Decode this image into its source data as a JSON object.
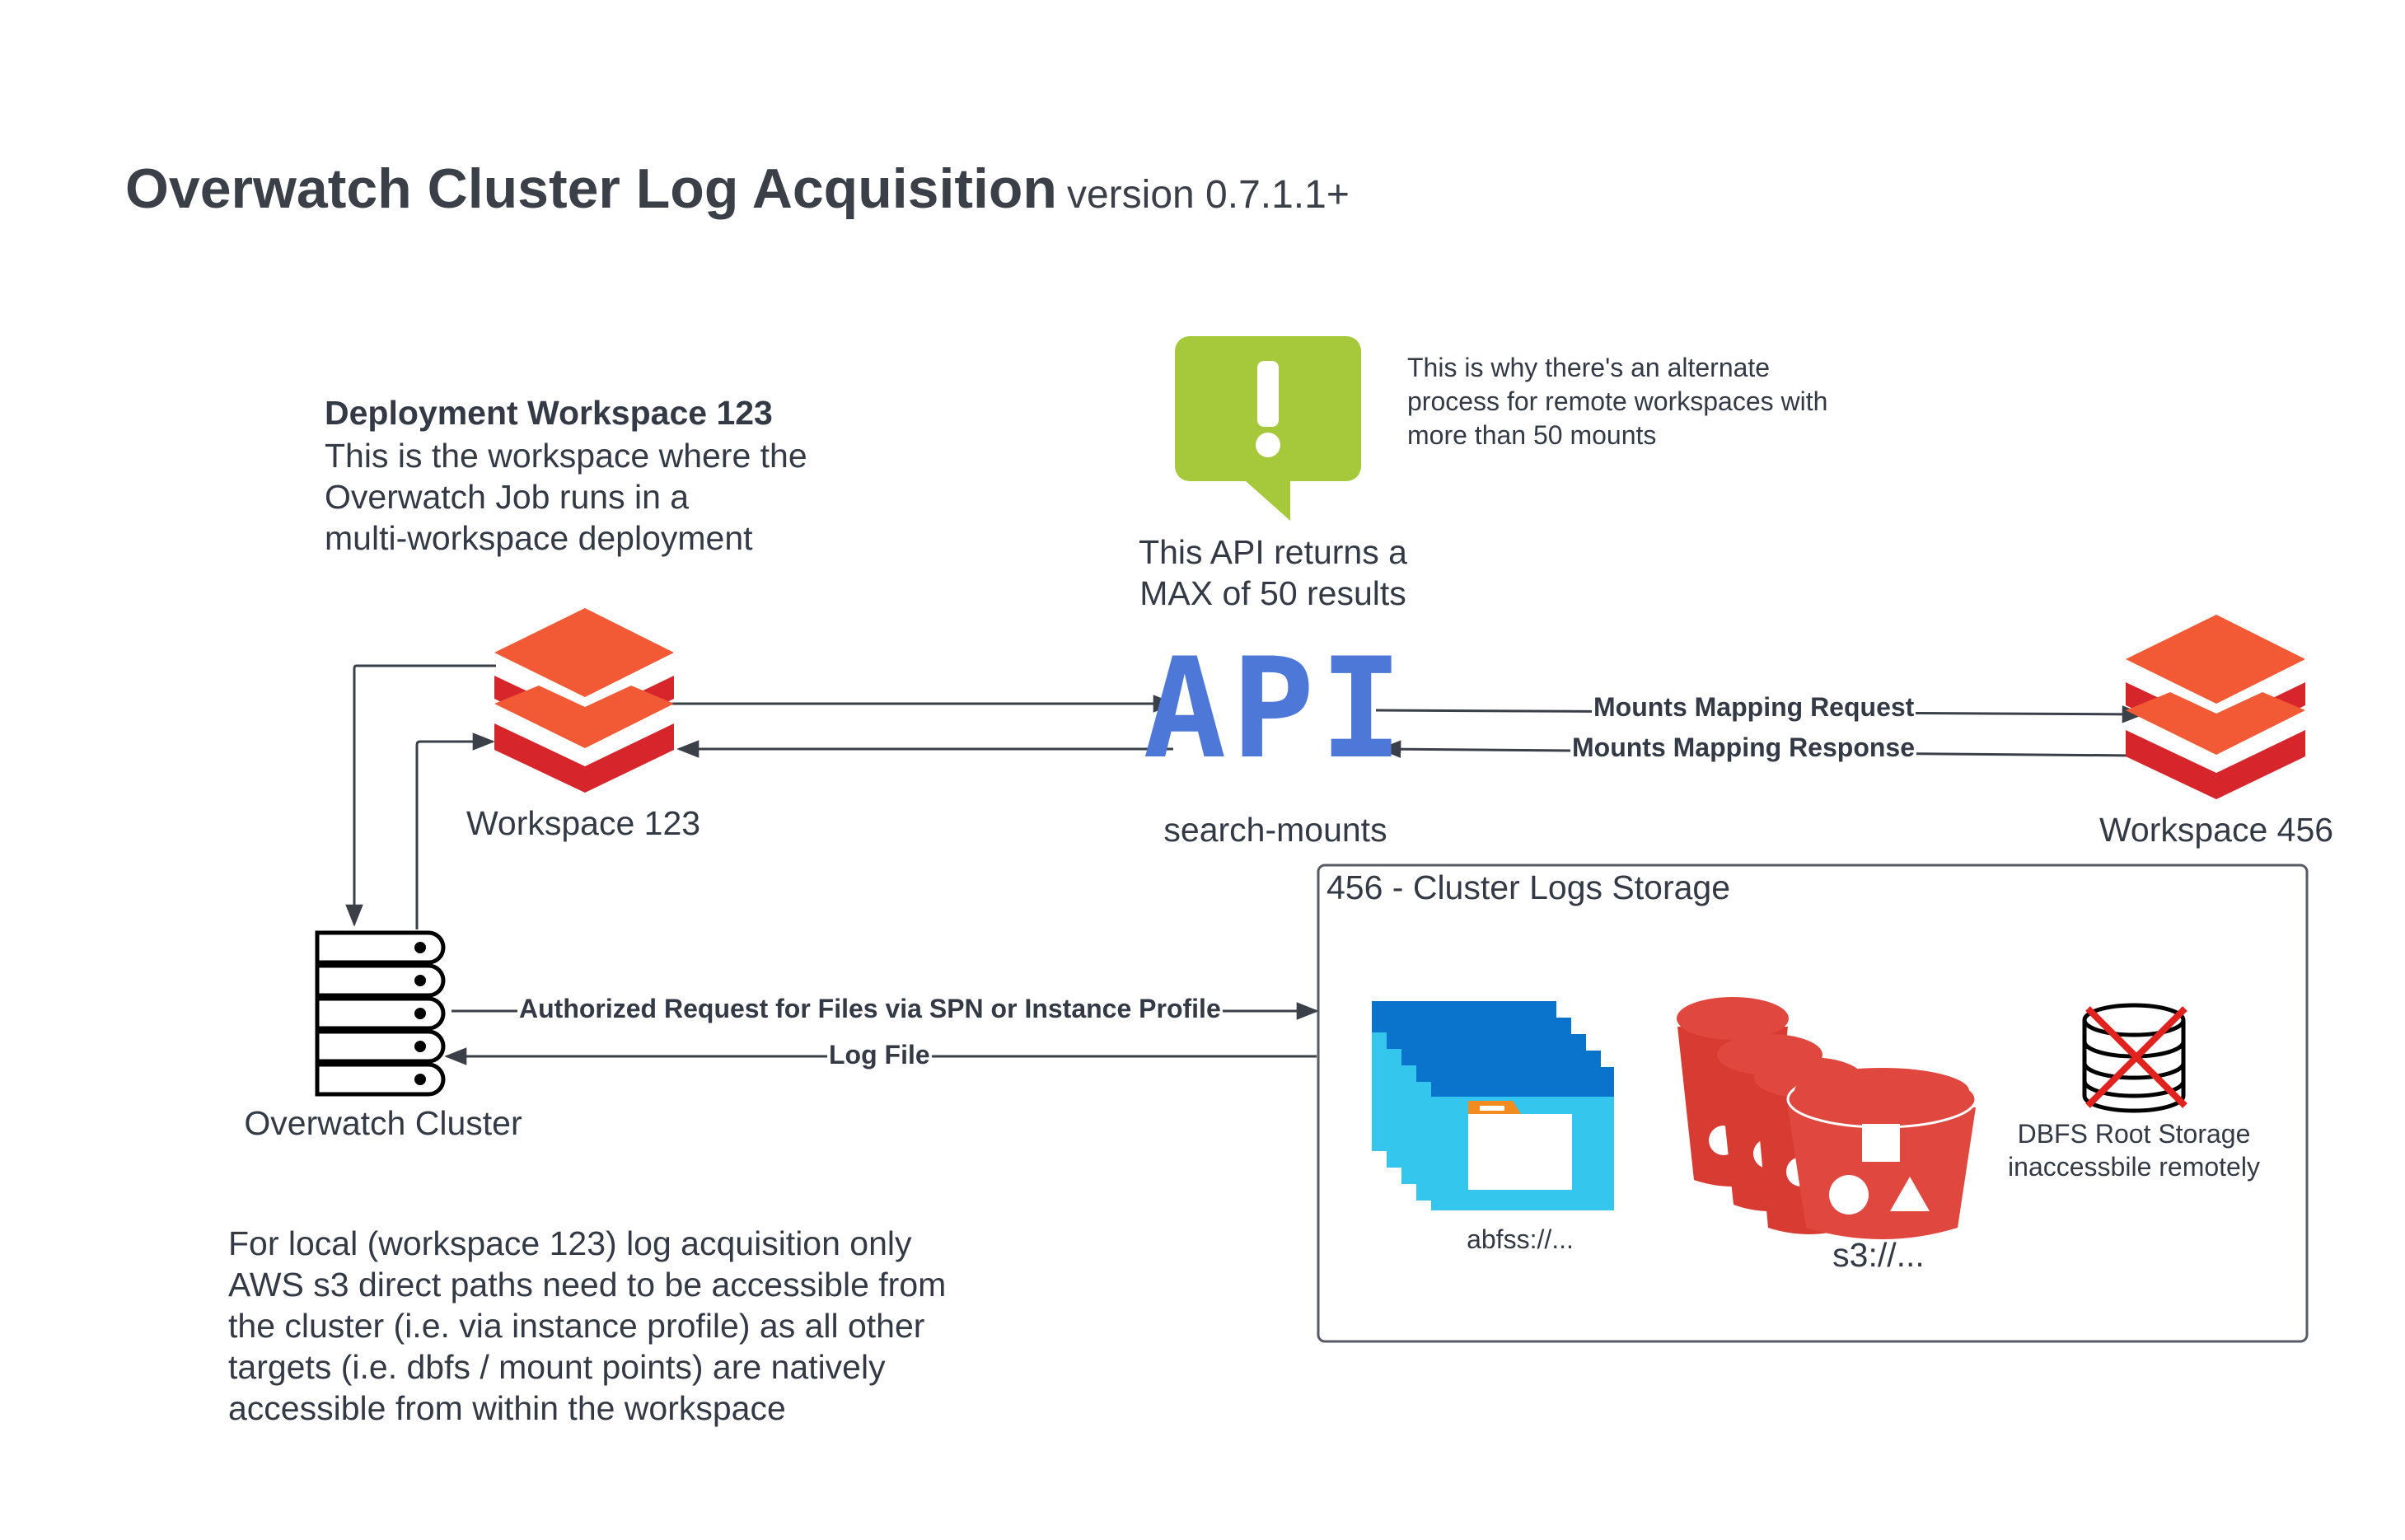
{
  "title": "Overwatch Cluster Log Acquisition",
  "version": "version 0.7.1.1+",
  "deployment": {
    "heading": "Deployment Workspace 123",
    "description": "This is the workspace where the\nOverwatch Job runs in a\nmulti-workspace deployment"
  },
  "callout_note": "This is why there's an alternate\nprocess for remote workspaces with\nmore than 50 mounts",
  "api_note": "This API returns a\nMAX of 50 results",
  "api_logo_text": "API",
  "nodes": {
    "workspace_123": "Workspace 123",
    "search_mounts": "search-mounts",
    "workspace_456": "Workspace 456",
    "overwatch_cluster": "Overwatch Cluster"
  },
  "edges": {
    "mounts_request": "Mounts Mapping Request",
    "mounts_response": "Mounts Mapping Response",
    "authorized_request": "Authorized Request for Files via SPN or Instance Profile",
    "log_file": "Log File"
  },
  "storage": {
    "title": "456 - Cluster Logs Storage",
    "abfss": "abfss://...",
    "s3": "s3://...",
    "dbfs": "DBFS Root Storage\ninaccessbile remotely"
  },
  "local_note": "For local (workspace 123) log acquisition only\nAWS s3 direct paths need to be accessible from\nthe cluster (i.e. via instance profile) as all other\ntargets (i.e. dbfs / mount points) are natively\naccessible from within the workspace",
  "colors": {
    "databricks_top": "#f15a35",
    "databricks_side": "#d7262b",
    "api_blue": "#4e78d7",
    "callout_green": "#a5c93a",
    "azure_dark": "#0a73cc",
    "azure_light": "#34c6ec",
    "s3_red": "#e0483f",
    "cross_red": "#e0231f",
    "line": "#3a3f48"
  }
}
